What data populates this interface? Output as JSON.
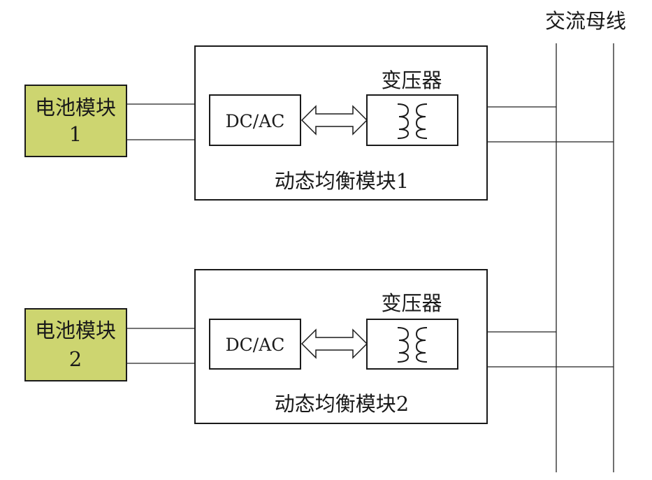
{
  "bus": {
    "label": "交流母线"
  },
  "colors": {
    "battery_fill": "#cdd570",
    "stroke": "#1a1a1a"
  },
  "modules": [
    {
      "battery_line1": "电池模块",
      "battery_line2": "1",
      "converter_label": "DC/AC",
      "transformer_label": "变压器",
      "module_label": "动态均衡模块1"
    },
    {
      "battery_line1": "电池模块",
      "battery_line2": "2",
      "converter_label": "DC/AC",
      "transformer_label": "变压器",
      "module_label": "动态均衡模块2"
    }
  ]
}
